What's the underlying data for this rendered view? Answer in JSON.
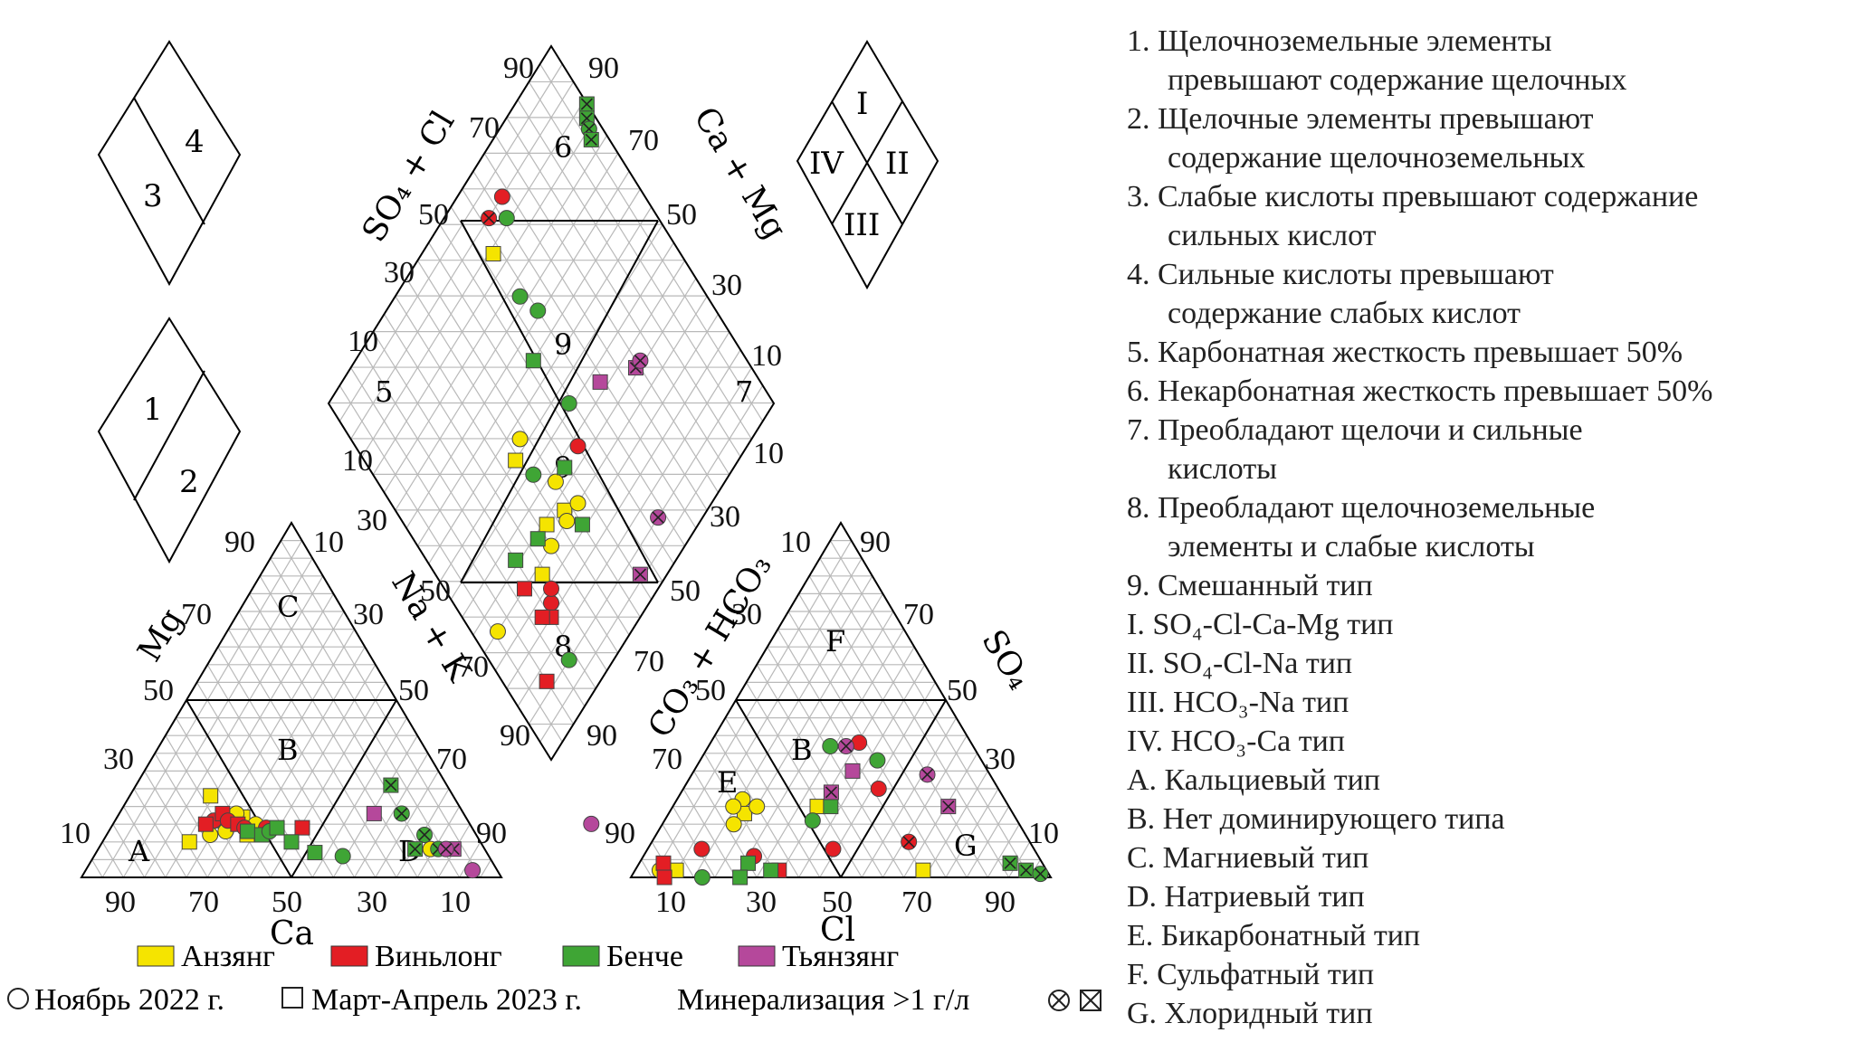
{
  "key_diamonds": {
    "top_left": [
      "3",
      "4"
    ],
    "bottom_left": [
      "1",
      "2"
    ],
    "top_right": [
      "I",
      "II",
      "III",
      "IV"
    ]
  },
  "diagrams": {
    "diamond": {
      "axis_left": "SO₄ + Cl",
      "axis_right": "Ca + Mg",
      "axis_lower_left": "Na + K",
      "axis_lower_right": "CO₃ + HCO₃",
      "regions": [
        "6",
        "9",
        "9",
        "7",
        "8",
        "5"
      ],
      "ticks_upper_left": [
        "90",
        "70",
        "50",
        "30",
        "10"
      ],
      "ticks_upper_right": [
        "90",
        "70",
        "50",
        "30",
        "10"
      ],
      "ticks_lower_left": [
        "10",
        "30",
        "50",
        "70",
        "90"
      ],
      "ticks_lower_right": [
        "10",
        "30",
        "50",
        "70",
        "90"
      ]
    },
    "cation_triangle": {
      "axis_left": "Mg",
      "axis_right": "Na + K",
      "axis_bottom": "Ca",
      "regions": [
        "A",
        "B",
        "C",
        "D"
      ],
      "ticks_bottom": [
        "90",
        "70",
        "50",
        "30",
        "10"
      ],
      "ticks_left": [
        "10",
        "30",
        "50",
        "70",
        "90"
      ],
      "ticks_right": [
        "10",
        "30",
        "50",
        "70",
        "90"
      ]
    },
    "anion_triangle": {
      "axis_left": "CO₃ + HCO₃",
      "axis_right": "SO₄",
      "axis_bottom": "Cl",
      "regions": [
        "E",
        "B",
        "F",
        "G"
      ],
      "ticks_bottom": [
        "10",
        "30",
        "50",
        "70",
        "90"
      ],
      "ticks_left": [
        "90",
        "70",
        "50",
        "30",
        "10"
      ],
      "ticks_right": [
        "90",
        "70",
        "50",
        "30",
        "10"
      ]
    }
  },
  "series_legend": [
    {
      "name": "Анзянг",
      "color": "#f5e400"
    },
    {
      "name": "Виньлонг",
      "color": "#e31e24"
    },
    {
      "name": "Бенче",
      "color": "#3fa535"
    },
    {
      "name": "Тьянзянг",
      "color": "#b5489b"
    }
  ],
  "marker_legend": {
    "circle": "Ноябрь 2022 г.",
    "square": "Март-Апрель 2023 г.",
    "crossed": "Минерализация >1 г/л"
  },
  "legend": [
    {
      "lines": [
        "1. Щелочноземельные элементы",
        "превышают содержание щелочных"
      ]
    },
    {
      "lines": [
        "2. Щелочные элементы превышают",
        "содержание щелочноземельных"
      ]
    },
    {
      "lines": [
        "3. Слабые кислоты превышают содержание",
        "сильных кислот"
      ]
    },
    {
      "lines": [
        "4. Сильные кислоты превышают",
        "содержание слабых кислот"
      ]
    },
    {
      "lines": [
        "5. Карбонатная жесткость превышает 50%"
      ]
    },
    {
      "lines": [
        "6. Некарбонатная жесткость превышает 50%"
      ]
    },
    {
      "lines": [
        "7. Преобладают щелочи и сильные",
        "кислоты"
      ]
    },
    {
      "lines": [
        "8. Преобладают щелочноземельные",
        "элементы и слабые кислоты"
      ]
    },
    {
      "lines": [
        "9. Смешанный тип"
      ]
    },
    {
      "lines": [
        "I. SO₄-Cl-Ca-Mg тип"
      ]
    },
    {
      "lines": [
        "II. SO₄-Cl-Na тип"
      ]
    },
    {
      "lines": [
        "III. HCO₃-Na тип"
      ]
    },
    {
      "lines": [
        "IV. HCO₃-Ca тип"
      ]
    },
    {
      "lines": [
        "A. Кальциевый тип"
      ]
    },
    {
      "lines": [
        "B. Нет доминирующего типа"
      ]
    },
    {
      "lines": [
        "C. Магниевый тип"
      ]
    },
    {
      "lines": [
        "D. Натриевый тип"
      ]
    },
    {
      "lines": [
        "E. Бикарбонатный тип"
      ]
    },
    {
      "lines": [
        "F. Сульфатный тип"
      ]
    },
    {
      "lines": [
        "G. Хлоридный тип"
      ]
    }
  ],
  "points": {
    "cation": [
      {
        "s": 0,
        "m": "s",
        "x": 0,
        "a": 75,
        "b": 23
      },
      {
        "s": 0,
        "m": "s",
        "x": 0,
        "a": 70,
        "b": 16
      },
      {
        "s": 0,
        "m": "s",
        "x": 0,
        "a": 64,
        "b": 17
      },
      {
        "s": 0,
        "m": "c",
        "x": 0,
        "a": 68,
        "b": 13
      },
      {
        "s": 0,
        "m": "c",
        "x": 0,
        "a": 72,
        "b": 12
      },
      {
        "s": 0,
        "m": "c",
        "x": 0,
        "a": 66,
        "b": 18
      },
      {
        "s": 0,
        "m": "c",
        "x": 0,
        "a": 14,
        "b": 8
      },
      {
        "s": 0,
        "m": "s",
        "x": 0,
        "a": 62,
        "b": 12
      },
      {
        "s": 0,
        "m": "c",
        "x": 0,
        "a": 60,
        "b": 15
      },
      {
        "s": 0,
        "m": "s",
        "x": 0,
        "a": 77,
        "b": 10
      },
      {
        "s": 1,
        "m": "c",
        "x": 0,
        "a": 72,
        "b": 16
      },
      {
        "s": 1,
        "m": "s",
        "x": 0,
        "a": 70,
        "b": 18
      },
      {
        "s": 1,
        "m": "c",
        "x": 0,
        "a": 68,
        "b": 16
      },
      {
        "s": 1,
        "m": "s",
        "x": 0,
        "a": 65,
        "b": 15
      },
      {
        "s": 1,
        "m": "c",
        "x": 0,
        "a": 57,
        "b": 14
      },
      {
        "s": 1,
        "m": "s",
        "x": 0,
        "a": 47,
        "b": 14
      },
      {
        "s": 1,
        "m": "s",
        "x": 0,
        "a": 74,
        "b": 15
      },
      {
        "s": 1,
        "m": "c",
        "x": 0,
        "a": 63,
        "b": 14
      },
      {
        "s": 2,
        "m": "s",
        "x": 0,
        "a": 62,
        "b": 13
      },
      {
        "s": 2,
        "m": "s",
        "x": 0,
        "a": 58,
        "b": 12
      },
      {
        "s": 2,
        "m": "c",
        "x": 0,
        "a": 56,
        "b": 13
      },
      {
        "s": 2,
        "m": "s",
        "x": 0,
        "a": 50,
        "b": 10
      },
      {
        "s": 2,
        "m": "s",
        "x": 0,
        "a": 44,
        "b": 7
      },
      {
        "s": 2,
        "m": "c",
        "x": 0,
        "a": 37,
        "b": 6
      },
      {
        "s": 2,
        "m": "s",
        "x": 1,
        "a": 18,
        "b": 26
      },
      {
        "s": 2,
        "m": "c",
        "x": 1,
        "a": 18,
        "b": 18
      },
      {
        "s": 2,
        "m": "c",
        "x": 1,
        "a": 14,
        "b": 12
      },
      {
        "s": 2,
        "m": "s",
        "x": 1,
        "a": 18,
        "b": 8
      },
      {
        "s": 2,
        "m": "c",
        "x": 1,
        "a": 12,
        "b": 8
      },
      {
        "s": 2,
        "m": "s",
        "x": 0,
        "a": 54,
        "b": 14
      },
      {
        "s": 3,
        "m": "s",
        "x": 0,
        "a": 26,
        "b": 18
      },
      {
        "s": 3,
        "m": "s",
        "x": 1,
        "a": 8,
        "b": 8
      },
      {
        "s": 3,
        "m": "c",
        "x": 1,
        "a": 10,
        "b": 8
      },
      {
        "s": 3,
        "m": "c",
        "x": 0,
        "a": 6,
        "b": 2
      }
    ],
    "anion": [
      {
        "s": 0,
        "m": "c",
        "x": 0,
        "a": 20,
        "b": 22
      },
      {
        "s": 0,
        "m": "s",
        "x": 0,
        "a": 22,
        "b": 18
      },
      {
        "s": 0,
        "m": "c",
        "x": 0,
        "a": 25,
        "b": 20
      },
      {
        "s": 0,
        "m": "c",
        "x": 0,
        "a": 18,
        "b": 20
      },
      {
        "s": 0,
        "m": "s",
        "x": 0,
        "a": 10,
        "b": 2
      },
      {
        "s": 0,
        "m": "c",
        "x": 0,
        "a": 20,
        "b": 15
      },
      {
        "s": 0,
        "m": "s",
        "x": 0,
        "a": 43,
        "b": 20
      },
      {
        "s": 0,
        "m": "s",
        "x": 0,
        "a": 70,
        "b": 2
      },
      {
        "s": 0,
        "m": "c",
        "x": 0,
        "a": 6,
        "b": 2
      },
      {
        "s": 1,
        "m": "s",
        "x": 0,
        "a": 6,
        "b": 4
      },
      {
        "s": 1,
        "m": "c",
        "x": 0,
        "a": 14,
        "b": 8
      },
      {
        "s": 1,
        "m": "s",
        "x": 0,
        "a": 8,
        "b": 0
      },
      {
        "s": 1,
        "m": "s",
        "x": 0,
        "a": 35,
        "b": 2
      },
      {
        "s": 1,
        "m": "c",
        "x": 0,
        "a": 48,
        "b": 8
      },
      {
        "s": 1,
        "m": "c",
        "x": 0,
        "a": 57,
        "b": 38
      },
      {
        "s": 1,
        "m": "c",
        "x": 0,
        "a": 62,
        "b": 25
      },
      {
        "s": 1,
        "m": "c",
        "x": 1,
        "a": 68,
        "b": 10
      },
      {
        "s": 1,
        "m": "c",
        "x": 0,
        "a": 28,
        "b": 6
      },
      {
        "s": 2,
        "m": "c",
        "x": 0,
        "a": 46,
        "b": 37
      },
      {
        "s": 2,
        "m": "s",
        "x": 0,
        "a": 47,
        "b": 20
      },
      {
        "s": 2,
        "m": "c",
        "x": 0,
        "a": 42,
        "b": 16
      },
      {
        "s": 2,
        "m": "c",
        "x": 0,
        "a": 63,
        "b": 33
      },
      {
        "s": 2,
        "m": "s",
        "x": 0,
        "a": 27,
        "b": 4
      },
      {
        "s": 2,
        "m": "s",
        "x": 0,
        "a": 26,
        "b": 0
      },
      {
        "s": 2,
        "m": "c",
        "x": 0,
        "a": 17,
        "b": 0
      },
      {
        "s": 2,
        "m": "s",
        "x": 1,
        "a": 92,
        "b": 4
      },
      {
        "s": 2,
        "m": "s",
        "x": 1,
        "a": 95,
        "b": 2
      },
      {
        "s": 2,
        "m": "c",
        "x": 1,
        "a": 98,
        "b": 1
      },
      {
        "s": 2,
        "m": "s",
        "x": 0,
        "a": 33,
        "b": 2
      },
      {
        "s": 3,
        "m": "c",
        "x": 1,
        "a": 52,
        "b": 37
      },
      {
        "s": 3,
        "m": "s",
        "x": 0,
        "a": 54,
        "b": 30
      },
      {
        "s": 3,
        "m": "s",
        "x": 1,
        "a": 47,
        "b": 24
      },
      {
        "s": 3,
        "m": "c",
        "x": 1,
        "a": 79,
        "b": 29
      },
      {
        "s": 3,
        "m": "s",
        "x": 1,
        "a": 82,
        "b": 20
      }
    ],
    "diamond": [
      {
        "s": 0,
        "m": "c",
        "x": 0,
        "a": 38,
        "b": 52
      },
      {
        "s": 0,
        "m": "s",
        "x": 0,
        "a": 34,
        "b": 50
      },
      {
        "s": 0,
        "m": "c",
        "x": 0,
        "a": 40,
        "b": 38
      },
      {
        "s": 0,
        "m": "s",
        "x": 0,
        "a": 32,
        "b": 34
      },
      {
        "s": 0,
        "m": "c",
        "x": 0,
        "a": 30,
        "b": 30
      },
      {
        "s": 0,
        "m": "s",
        "x": 0,
        "a": 38,
        "b": 32
      },
      {
        "s": 0,
        "m": "c",
        "x": 0,
        "a": 37,
        "b": 30
      },
      {
        "s": 0,
        "m": "s",
        "x": 0,
        "a": 24,
        "b": 28
      },
      {
        "s": 0,
        "m": "s",
        "x": 0,
        "a": 58,
        "b": 84
      },
      {
        "s": 0,
        "m": "c",
        "x": 0,
        "a": 42,
        "b": 30
      },
      {
        "s": 0,
        "m": "c",
        "x": 0,
        "a": 6,
        "b": 30
      },
      {
        "s": 1,
        "m": "c",
        "x": 0,
        "a": 22,
        "b": 22
      },
      {
        "s": 1,
        "m": "s",
        "x": 0,
        "a": 20,
        "b": 20
      },
      {
        "s": 1,
        "m": "c",
        "x": 0,
        "a": 24,
        "b": 24
      },
      {
        "s": 1,
        "m": "s",
        "x": 0,
        "a": 10,
        "b": 12
      },
      {
        "s": 1,
        "m": "s",
        "x": 0,
        "a": 18,
        "b": 22
      },
      {
        "s": 1,
        "m": "s",
        "x": 0,
        "a": 18,
        "b": 30
      },
      {
        "s": 1,
        "m": "c",
        "x": 0,
        "a": 50,
        "b": 38
      },
      {
        "s": 1,
        "m": "c",
        "x": 0,
        "a": 68,
        "b": 90
      },
      {
        "s": 1,
        "m": "c",
        "x": 1,
        "a": 62,
        "b": 90
      },
      {
        "s": 2,
        "m": "s",
        "x": 0,
        "a": 44,
        "b": 38
      },
      {
        "s": 2,
        "m": "s",
        "x": 0,
        "a": 28,
        "b": 34
      },
      {
        "s": 2,
        "m": "c",
        "x": 0,
        "a": 36,
        "b": 44
      },
      {
        "s": 2,
        "m": "s",
        "x": 0,
        "a": 20,
        "b": 36
      },
      {
        "s": 2,
        "m": "c",
        "x": 0,
        "a": 18,
        "b": 10
      },
      {
        "s": 2,
        "m": "c",
        "x": 0,
        "a": 54,
        "b": 46
      },
      {
        "s": 2,
        "m": "s",
        "x": 0,
        "a": 52,
        "b": 60
      },
      {
        "s": 2,
        "m": "c",
        "x": 0,
        "a": 58,
        "b": 72
      },
      {
        "s": 2,
        "m": "c",
        "x": 0,
        "a": 60,
        "b": 66
      },
      {
        "s": 2,
        "m": "c",
        "x": 0,
        "a": 66,
        "b": 86
      },
      {
        "s": 2,
        "m": "s",
        "x": 1,
        "a": 100,
        "b": 84
      },
      {
        "s": 2,
        "m": "s",
        "x": 1,
        "a": 98,
        "b": 82
      },
      {
        "s": 2,
        "m": "c",
        "x": 1,
        "a": 97,
        "b": 80
      },
      {
        "s": 2,
        "m": "s",
        "x": 1,
        "a": 96,
        "b": 78
      },
      {
        "s": 2,
        "m": "s",
        "x": 0,
        "a": 40,
        "b": 26
      },
      {
        "s": 3,
        "m": "s",
        "x": 0,
        "a": 64,
        "b": 42
      },
      {
        "s": 3,
        "m": "s",
        "x": 1,
        "a": 74,
        "b": 36
      },
      {
        "s": 3,
        "m": "c",
        "x": 1,
        "a": 76,
        "b": 36
      },
      {
        "s": 3,
        "m": "c",
        "x": 1,
        "a": 58,
        "b": 10
      },
      {
        "s": 3,
        "m": "s",
        "x": 1,
        "a": 46,
        "b": 6
      },
      {
        "s": 3,
        "m": "c",
        "x": 0,
        "a": 0,
        "b": -18
      }
    ]
  }
}
